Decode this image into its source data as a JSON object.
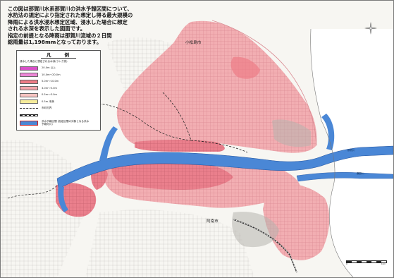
{
  "description": {
    "lines": [
      "この図は那賀川水系那賀川の洪水予報区間について、",
      "水防法の規定により指定された想定し得る最大規模の",
      "降雨による洪水浸水想定区域、浸水した場合に想定",
      "される水深を表示した図面です。",
      "指定の前提となる降雨は那賀川流域の２日間",
      "総雨量は1,198mmとなっております。"
    ]
  },
  "legend": {
    "title": "凡　　例",
    "subtitle": "浸水した場合に想定される水深(ランク別)",
    "depth_classes": [
      {
        "label": "20.0m 以上",
        "color": "#d84fc8"
      },
      {
        "label": "10.0m～20.0m",
        "color": "#ec86d6"
      },
      {
        "label": "5.0m～10.0m",
        "color": "#ee7c86"
      },
      {
        "label": "3.0m～5.0m",
        "color": "#f4a6ac"
      },
      {
        "label": "0.5m～3.0m",
        "color": "#f8c4c2"
      },
      {
        "label": "0.5m 未満",
        "color": "#f6ec9a"
      }
    ],
    "boundary_label": "市町村界",
    "rail_label": "",
    "river_label": "洪水予報区間 (指定区間の対象となる洪水予報河川)"
  },
  "places": {
    "komatsushima": "小松島市",
    "anan": "阿南市"
  },
  "rivers": {
    "naka": "那賀川",
    "okawara": "桑野川"
  },
  "scale": {
    "ticks": [
      "0",
      "",
      "",
      "",
      "1km"
    ]
  },
  "colors": {
    "river": "#4a87d6",
    "river_outline": "#1f4f9a",
    "inundation_base": "#f3b3b6",
    "inundation_deep": "#ea7f8c",
    "urban_grey": "#9a9a9a",
    "frame_blue": "#1f5fb8"
  }
}
